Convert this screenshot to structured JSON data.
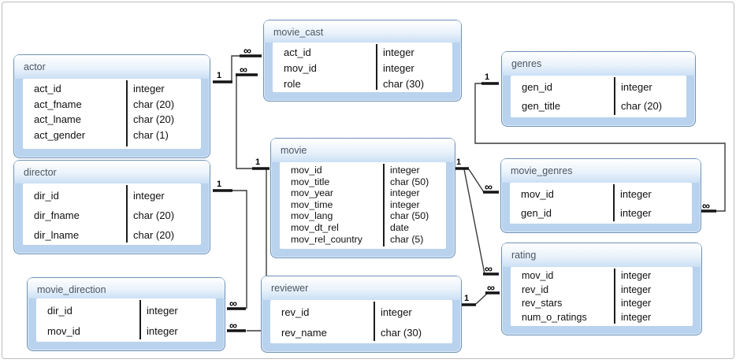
{
  "cardinality": {
    "one": "1",
    "many": "∞"
  },
  "tables": [
    {
      "name": "actor",
      "fields": [
        {
          "name": "act_id",
          "type": "integer"
        },
        {
          "name": "act_fname",
          "type": "char (20)"
        },
        {
          "name": "act_lname",
          "type": "char (20)"
        },
        {
          "name": "act_gender",
          "type": "char (1)"
        }
      ]
    },
    {
      "name": "director",
      "fields": [
        {
          "name": "dir_id",
          "type": "integer"
        },
        {
          "name": "dir_fname",
          "type": "char (20)"
        },
        {
          "name": "dir_lname",
          "type": "char (20)"
        }
      ]
    },
    {
      "name": "movie_direction",
      "fields": [
        {
          "name": "dir_id",
          "type": "integer"
        },
        {
          "name": "mov_id",
          "type": "integer"
        }
      ]
    },
    {
      "name": "movie_cast",
      "fields": [
        {
          "name": "act_id",
          "type": "integer"
        },
        {
          "name": "mov_id",
          "type": "integer"
        },
        {
          "name": "role",
          "type": "char (30)"
        }
      ]
    },
    {
      "name": "movie",
      "fields": [
        {
          "name": "mov_id",
          "type": "integer"
        },
        {
          "name": "mov_title",
          "type": "char (50)"
        },
        {
          "name": "mov_year",
          "type": "integer"
        },
        {
          "name": "mov_time",
          "type": "integer"
        },
        {
          "name": "mov_lang",
          "type": "char (50)"
        },
        {
          "name": "mov_dt_rel",
          "type": "date"
        },
        {
          "name": "mov_rel_country",
          "type": "char (5)"
        }
      ]
    },
    {
      "name": "reviewer",
      "fields": [
        {
          "name": "rev_id",
          "type": "integer"
        },
        {
          "name": "rev_name",
          "type": "char (30)"
        }
      ]
    },
    {
      "name": "genres",
      "fields": [
        {
          "name": "gen_id",
          "type": "integer"
        },
        {
          "name": "gen_title",
          "type": "char (20)"
        }
      ]
    },
    {
      "name": "movie_genres",
      "fields": [
        {
          "name": "mov_id",
          "type": "integer"
        },
        {
          "name": "gen_id",
          "type": "integer"
        }
      ]
    },
    {
      "name": "rating",
      "fields": [
        {
          "name": "mov_id",
          "type": "integer"
        },
        {
          "name": "rev_id",
          "type": "integer"
        },
        {
          "name": "rev_stars",
          "type": "integer"
        },
        {
          "name": "num_o_ratings",
          "type": "integer"
        }
      ]
    }
  ],
  "relationships": [
    {
      "from": "actor",
      "to": "movie_cast",
      "from_card": "1",
      "to_card": "∞"
    },
    {
      "from": "movie",
      "to": "movie_cast",
      "from_card": "1",
      "to_card": "∞"
    },
    {
      "from": "director",
      "to": "movie_direction",
      "from_card": "1",
      "to_card": "∞"
    },
    {
      "from": "movie",
      "to": "movie_direction",
      "from_card": "1",
      "to_card": "∞"
    },
    {
      "from": "movie",
      "to": "movie_genres",
      "from_card": "1",
      "to_card": "∞"
    },
    {
      "from": "genres",
      "to": "movie_genres",
      "from_card": "1",
      "to_card": "∞"
    },
    {
      "from": "movie",
      "to": "rating",
      "from_card": "1",
      "to_card": "∞"
    },
    {
      "from": "reviewer",
      "to": "rating",
      "from_card": "1",
      "to_card": "∞"
    }
  ],
  "colors": {
    "table_border": "#6f92b8",
    "table_fill": "#b9d3ee",
    "header_gradient_top": "#ffffff",
    "header_gradient_bottom": "#cbe0f5",
    "wire": "#3a3a3a",
    "canvas_border": "#bdbdbd"
  }
}
